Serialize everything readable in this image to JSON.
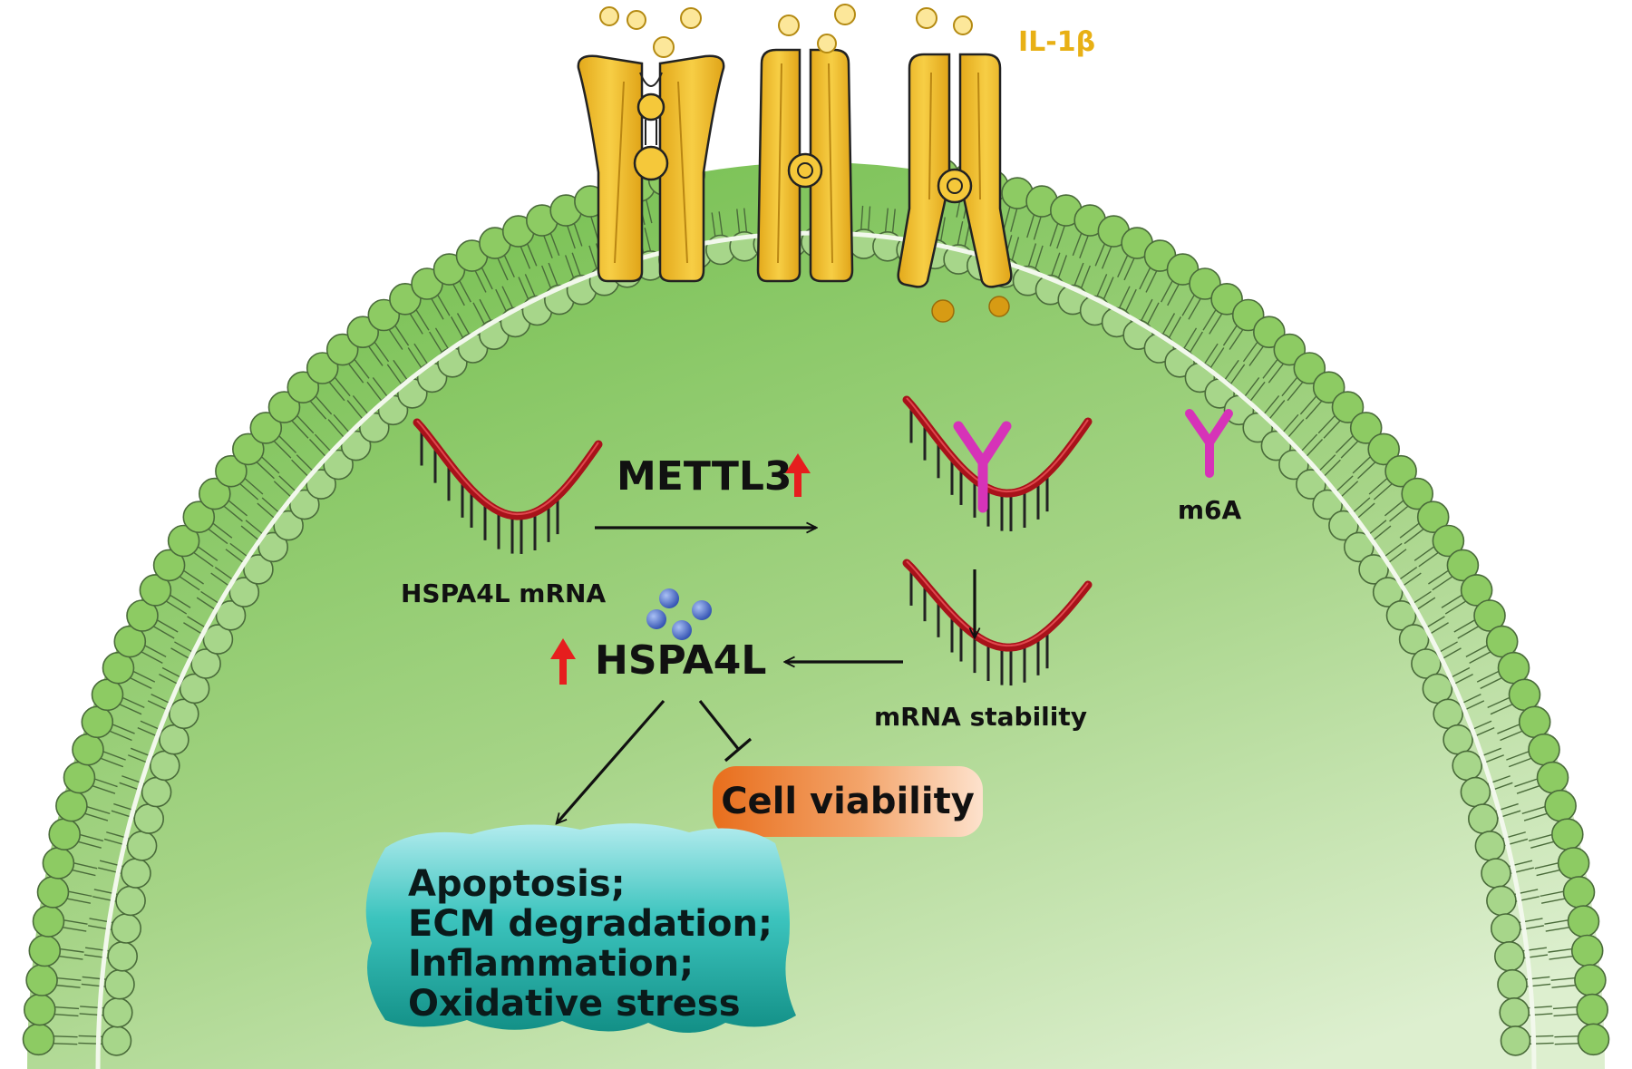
{
  "labels": {
    "ligand": "IL-1β",
    "m6a": "m6A",
    "mrna": "HSPA4L mRNA",
    "mettl3": "METTL3",
    "stability": "mRNA stability",
    "protein": "HSPA4L",
    "viability": "Cell viability"
  },
  "outcomes": [
    "Apoptosis;",
    "ECM degradation;",
    "Inflammation;",
    "Oxidative stress"
  ],
  "colors": {
    "cell_fill_top": "#7CC454",
    "cell_fill_bottom": "#D5EBC2",
    "membrane_head": "#8DCB63",
    "receptor": "#F2C02E",
    "receptor_dark": "#D99D12",
    "mrna": "#A8121A",
    "m6a": "#D633B8",
    "up_arrow": "#E61E1E",
    "protein_dots": "#3E63C8",
    "viability_left": "#E8721E",
    "viability_right": "#FCDCC3",
    "cloud_top": "#A8E6EA",
    "cloud_bottom": "#139C90"
  },
  "icons": [
    "up-arrow-icon",
    "m6a-icon",
    "receptor-icon",
    "mrna-icon"
  ]
}
